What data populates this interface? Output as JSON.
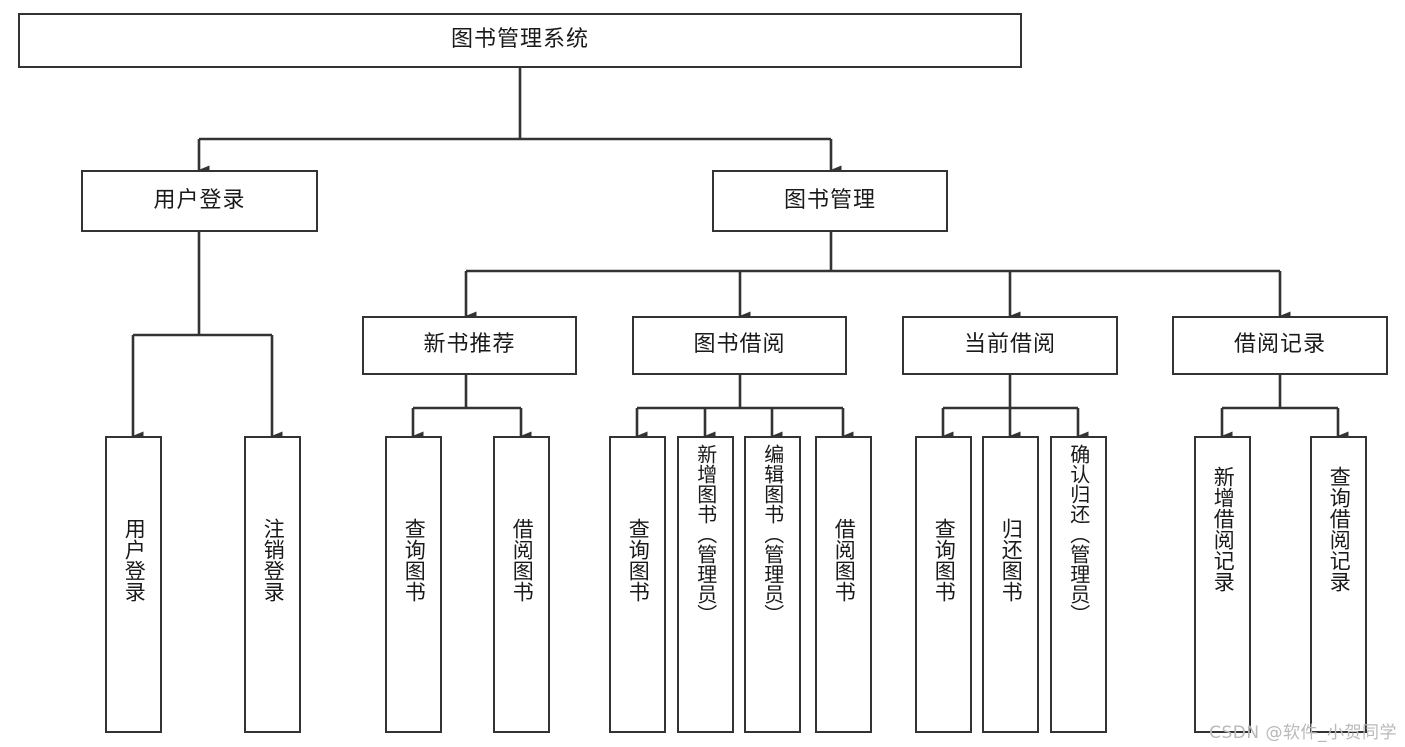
{
  "diagram": {
    "title": "图书管理系统",
    "type": "tree-hierarchy-chart",
    "watermark": "CSDN @软件_小贺同学",
    "colors": {
      "box_border": "#333333",
      "box_fill": "#ffffff",
      "connector": "#333333",
      "text": "#1a1a1a",
      "watermark": "#b9b9b9",
      "background": "#ffffff"
    }
  },
  "nodes": {
    "root": {
      "label": "图书管理系统"
    },
    "level2": [
      {
        "id": "user-login",
        "label": "用户登录"
      },
      {
        "id": "book-management",
        "label": "图书管理"
      }
    ],
    "level3": [
      {
        "id": "new-book-recommend",
        "label": "新书推荐"
      },
      {
        "id": "book-borrow",
        "label": "图书借阅"
      },
      {
        "id": "current-borrow",
        "label": "当前借阅"
      },
      {
        "id": "borrow-record",
        "label": "借阅记录"
      }
    ],
    "leaves": {
      "user_login": [
        {
          "id": "leaf-user-login",
          "label": "用户登录"
        },
        {
          "id": "leaf-logout-login",
          "label": "注销登录"
        }
      ],
      "new_book_recommend": [
        {
          "id": "leaf-query-book-1",
          "label": "查询图书"
        },
        {
          "id": "leaf-borrow-book-1",
          "label": "借阅图书"
        }
      ],
      "book_borrow": [
        {
          "id": "leaf-query-book-2",
          "label": "查询图书"
        },
        {
          "id": "leaf-add-book-admin",
          "label": "新增图书（管理员）"
        },
        {
          "id": "leaf-edit-book-admin",
          "label": "编辑图书（管理员）"
        },
        {
          "id": "leaf-borrow-book-2",
          "label": "借阅图书"
        }
      ],
      "current_borrow": [
        {
          "id": "leaf-query-book-3",
          "label": "查询图书"
        },
        {
          "id": "leaf-return-book",
          "label": "归还图书"
        },
        {
          "id": "leaf-confirm-return-admin",
          "label": "确认归还（管理员）"
        }
      ],
      "borrow_record": [
        {
          "id": "leaf-add-borrow-record",
          "label": "新增借阅记录"
        },
        {
          "id": "leaf-query-borrow-record",
          "label": "查询借阅记录"
        }
      ]
    }
  }
}
